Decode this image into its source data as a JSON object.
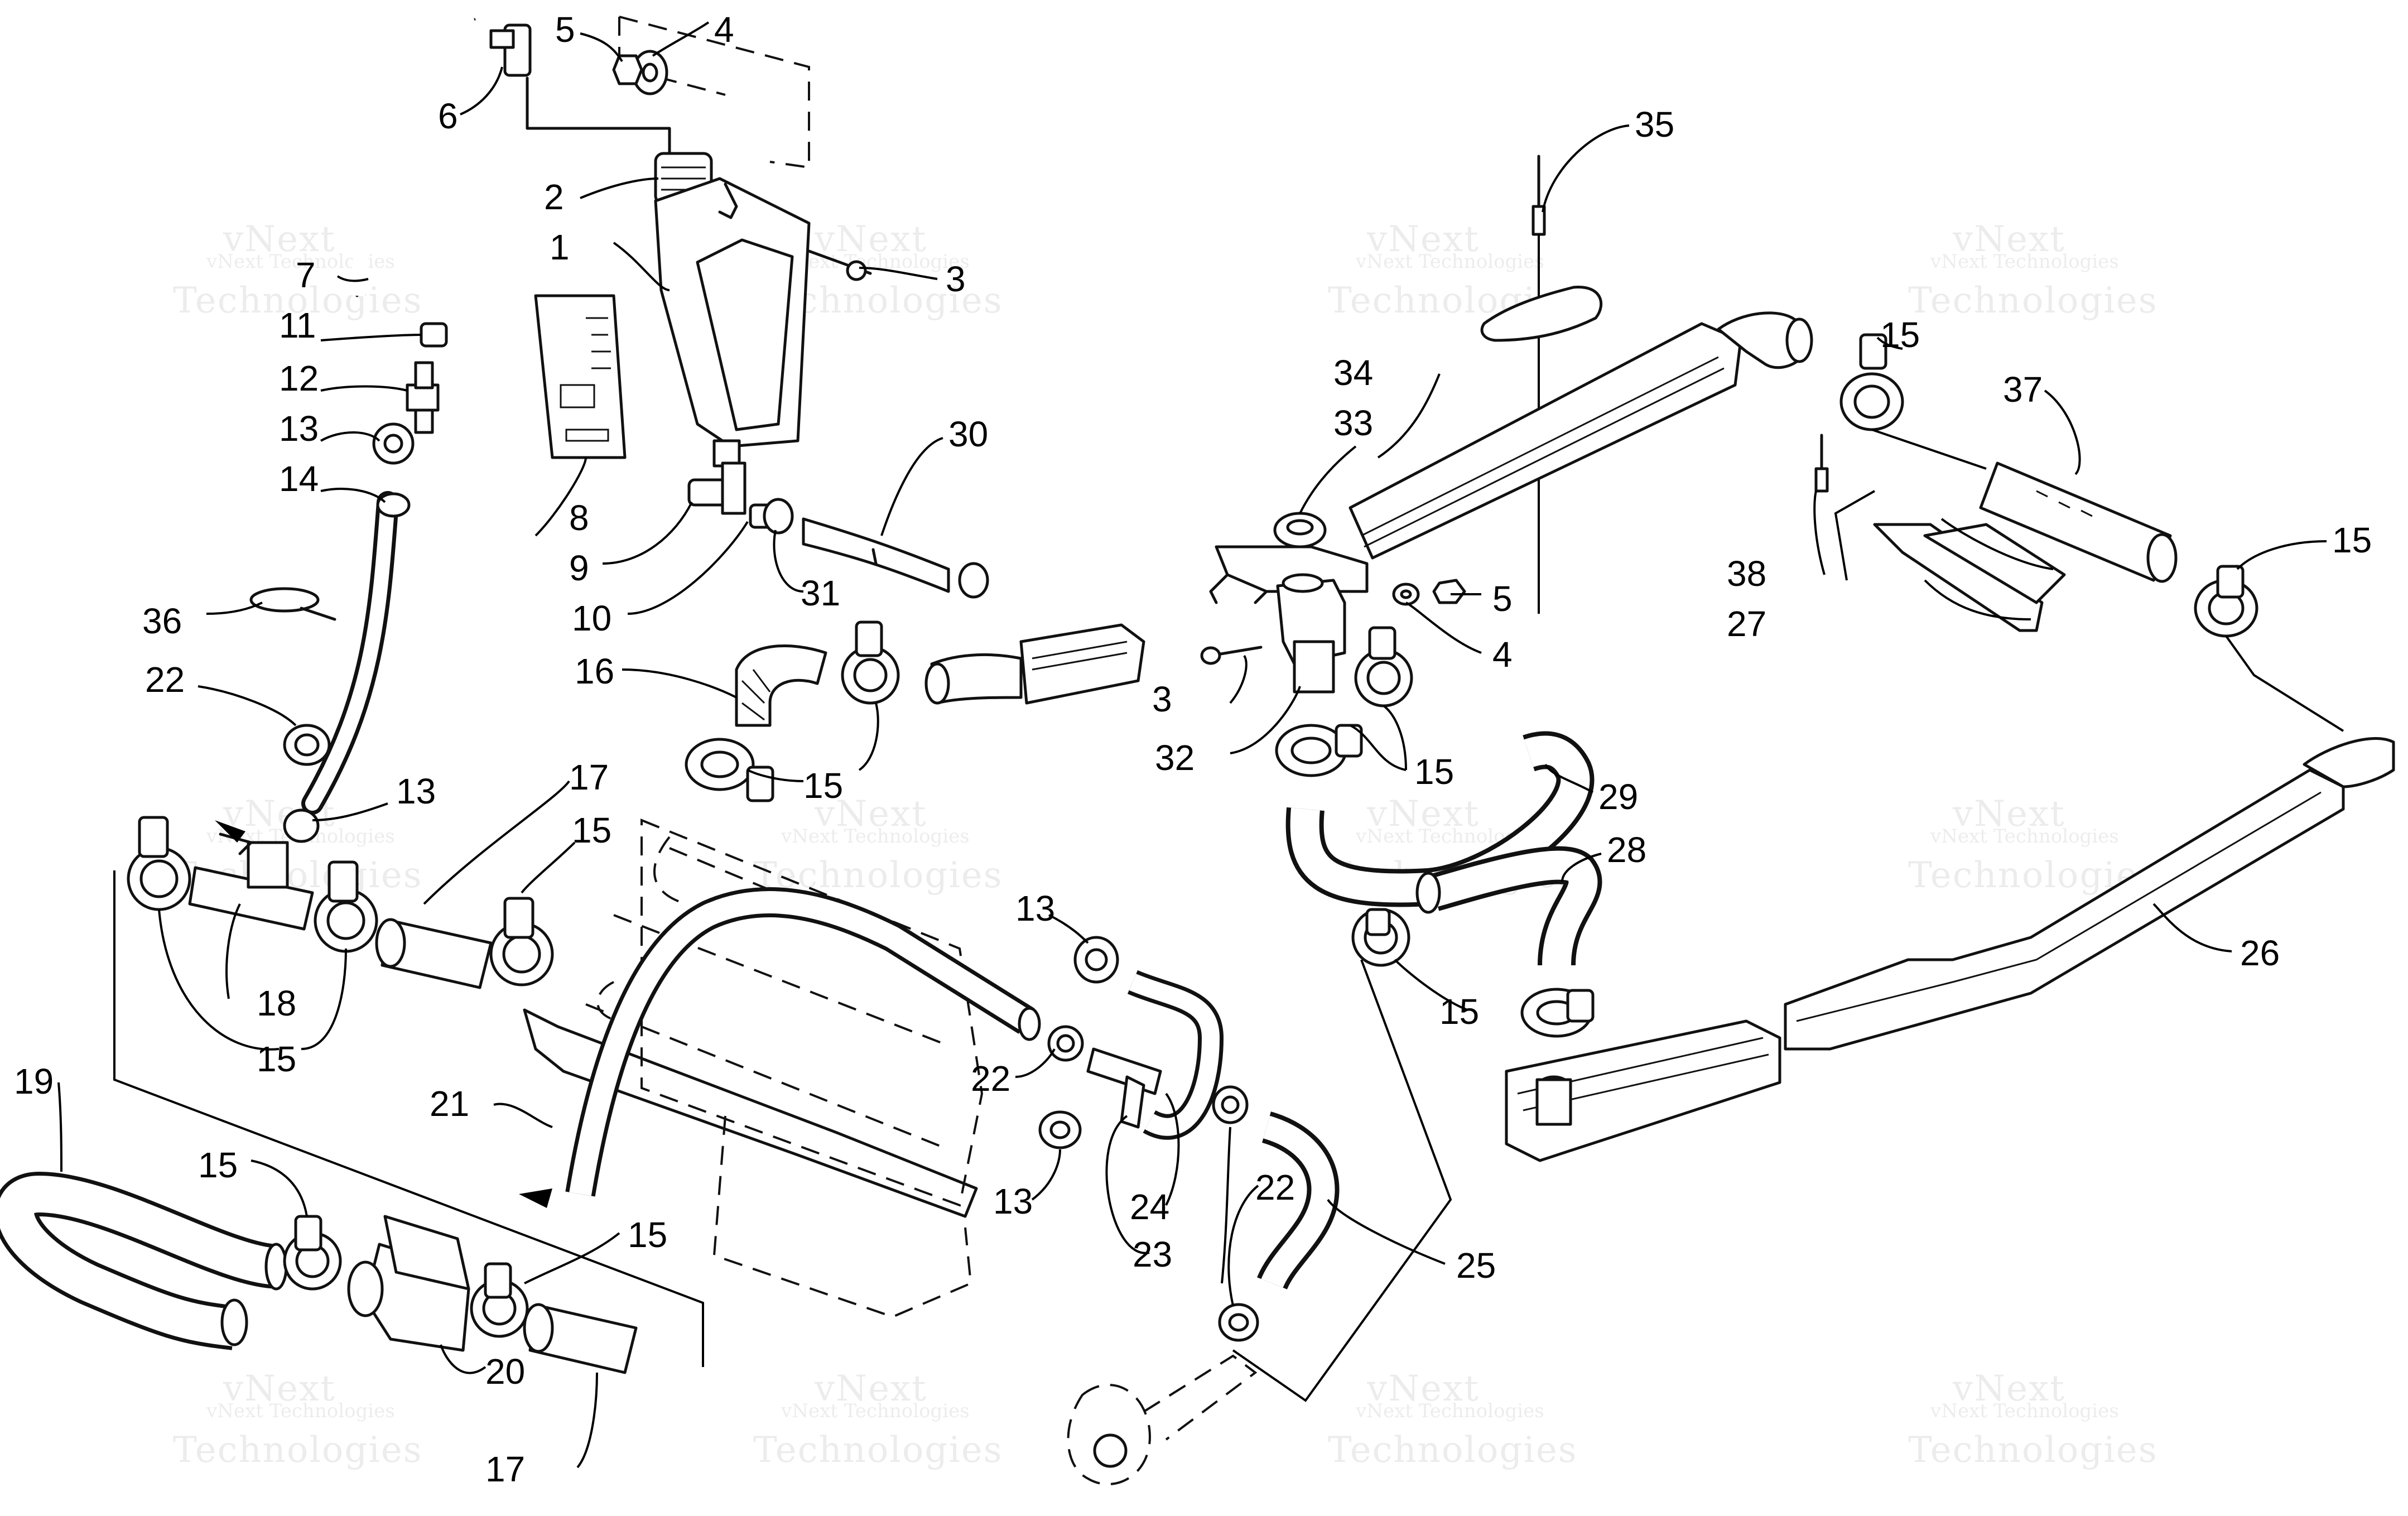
{
  "watermark": {
    "line1": "vNext",
    "line2": "vNext Technologies",
    "line3": "Technologies"
  },
  "callouts": [
    {
      "id": "c1",
      "label": "1"
    },
    {
      "id": "c2",
      "label": "2"
    },
    {
      "id": "c3a",
      "label": "3"
    },
    {
      "id": "c3b",
      "label": "3"
    },
    {
      "id": "c4a",
      "label": "4"
    },
    {
      "id": "c4b",
      "label": "4"
    },
    {
      "id": "c5a",
      "label": "5"
    },
    {
      "id": "c5b",
      "label": "5"
    },
    {
      "id": "c6",
      "label": "6"
    },
    {
      "id": "c7",
      "label": "7"
    },
    {
      "id": "c8",
      "label": "8"
    },
    {
      "id": "c9",
      "label": "9"
    },
    {
      "id": "c10",
      "label": "10"
    },
    {
      "id": "c11",
      "label": "11"
    },
    {
      "id": "c12",
      "label": "12"
    },
    {
      "id": "c13a",
      "label": "13"
    },
    {
      "id": "c13b",
      "label": "13"
    },
    {
      "id": "c13c",
      "label": "13"
    },
    {
      "id": "c13d",
      "label": "13"
    },
    {
      "id": "c14",
      "label": "14"
    },
    {
      "id": "c15a",
      "label": "15"
    },
    {
      "id": "c15b",
      "label": "15"
    },
    {
      "id": "c15c",
      "label": "15"
    },
    {
      "id": "c15d",
      "label": "15"
    },
    {
      "id": "c15e",
      "label": "15"
    },
    {
      "id": "c15f",
      "label": "15"
    },
    {
      "id": "c15g",
      "label": "15"
    },
    {
      "id": "c15h",
      "label": "15"
    },
    {
      "id": "c15i",
      "label": "15"
    },
    {
      "id": "c16",
      "label": "16"
    },
    {
      "id": "c17a",
      "label": "17"
    },
    {
      "id": "c17b",
      "label": "17"
    },
    {
      "id": "c18",
      "label": "18"
    },
    {
      "id": "c19",
      "label": "19"
    },
    {
      "id": "c20",
      "label": "20"
    },
    {
      "id": "c21",
      "label": "21"
    },
    {
      "id": "c22a",
      "label": "22"
    },
    {
      "id": "c22b",
      "label": "22"
    },
    {
      "id": "c22c",
      "label": "22"
    },
    {
      "id": "c23",
      "label": "23"
    },
    {
      "id": "c24",
      "label": "24"
    },
    {
      "id": "c25",
      "label": "25"
    },
    {
      "id": "c26",
      "label": "26"
    },
    {
      "id": "c27",
      "label": "27"
    },
    {
      "id": "c28",
      "label": "28"
    },
    {
      "id": "c29",
      "label": "29"
    },
    {
      "id": "c30",
      "label": "30"
    },
    {
      "id": "c31",
      "label": "31"
    },
    {
      "id": "c32",
      "label": "32"
    },
    {
      "id": "c33",
      "label": "33"
    },
    {
      "id": "c34",
      "label": "34"
    },
    {
      "id": "c35",
      "label": "35"
    },
    {
      "id": "c36",
      "label": "36"
    },
    {
      "id": "c37",
      "label": "37"
    },
    {
      "id": "c38",
      "label": "38"
    }
  ]
}
